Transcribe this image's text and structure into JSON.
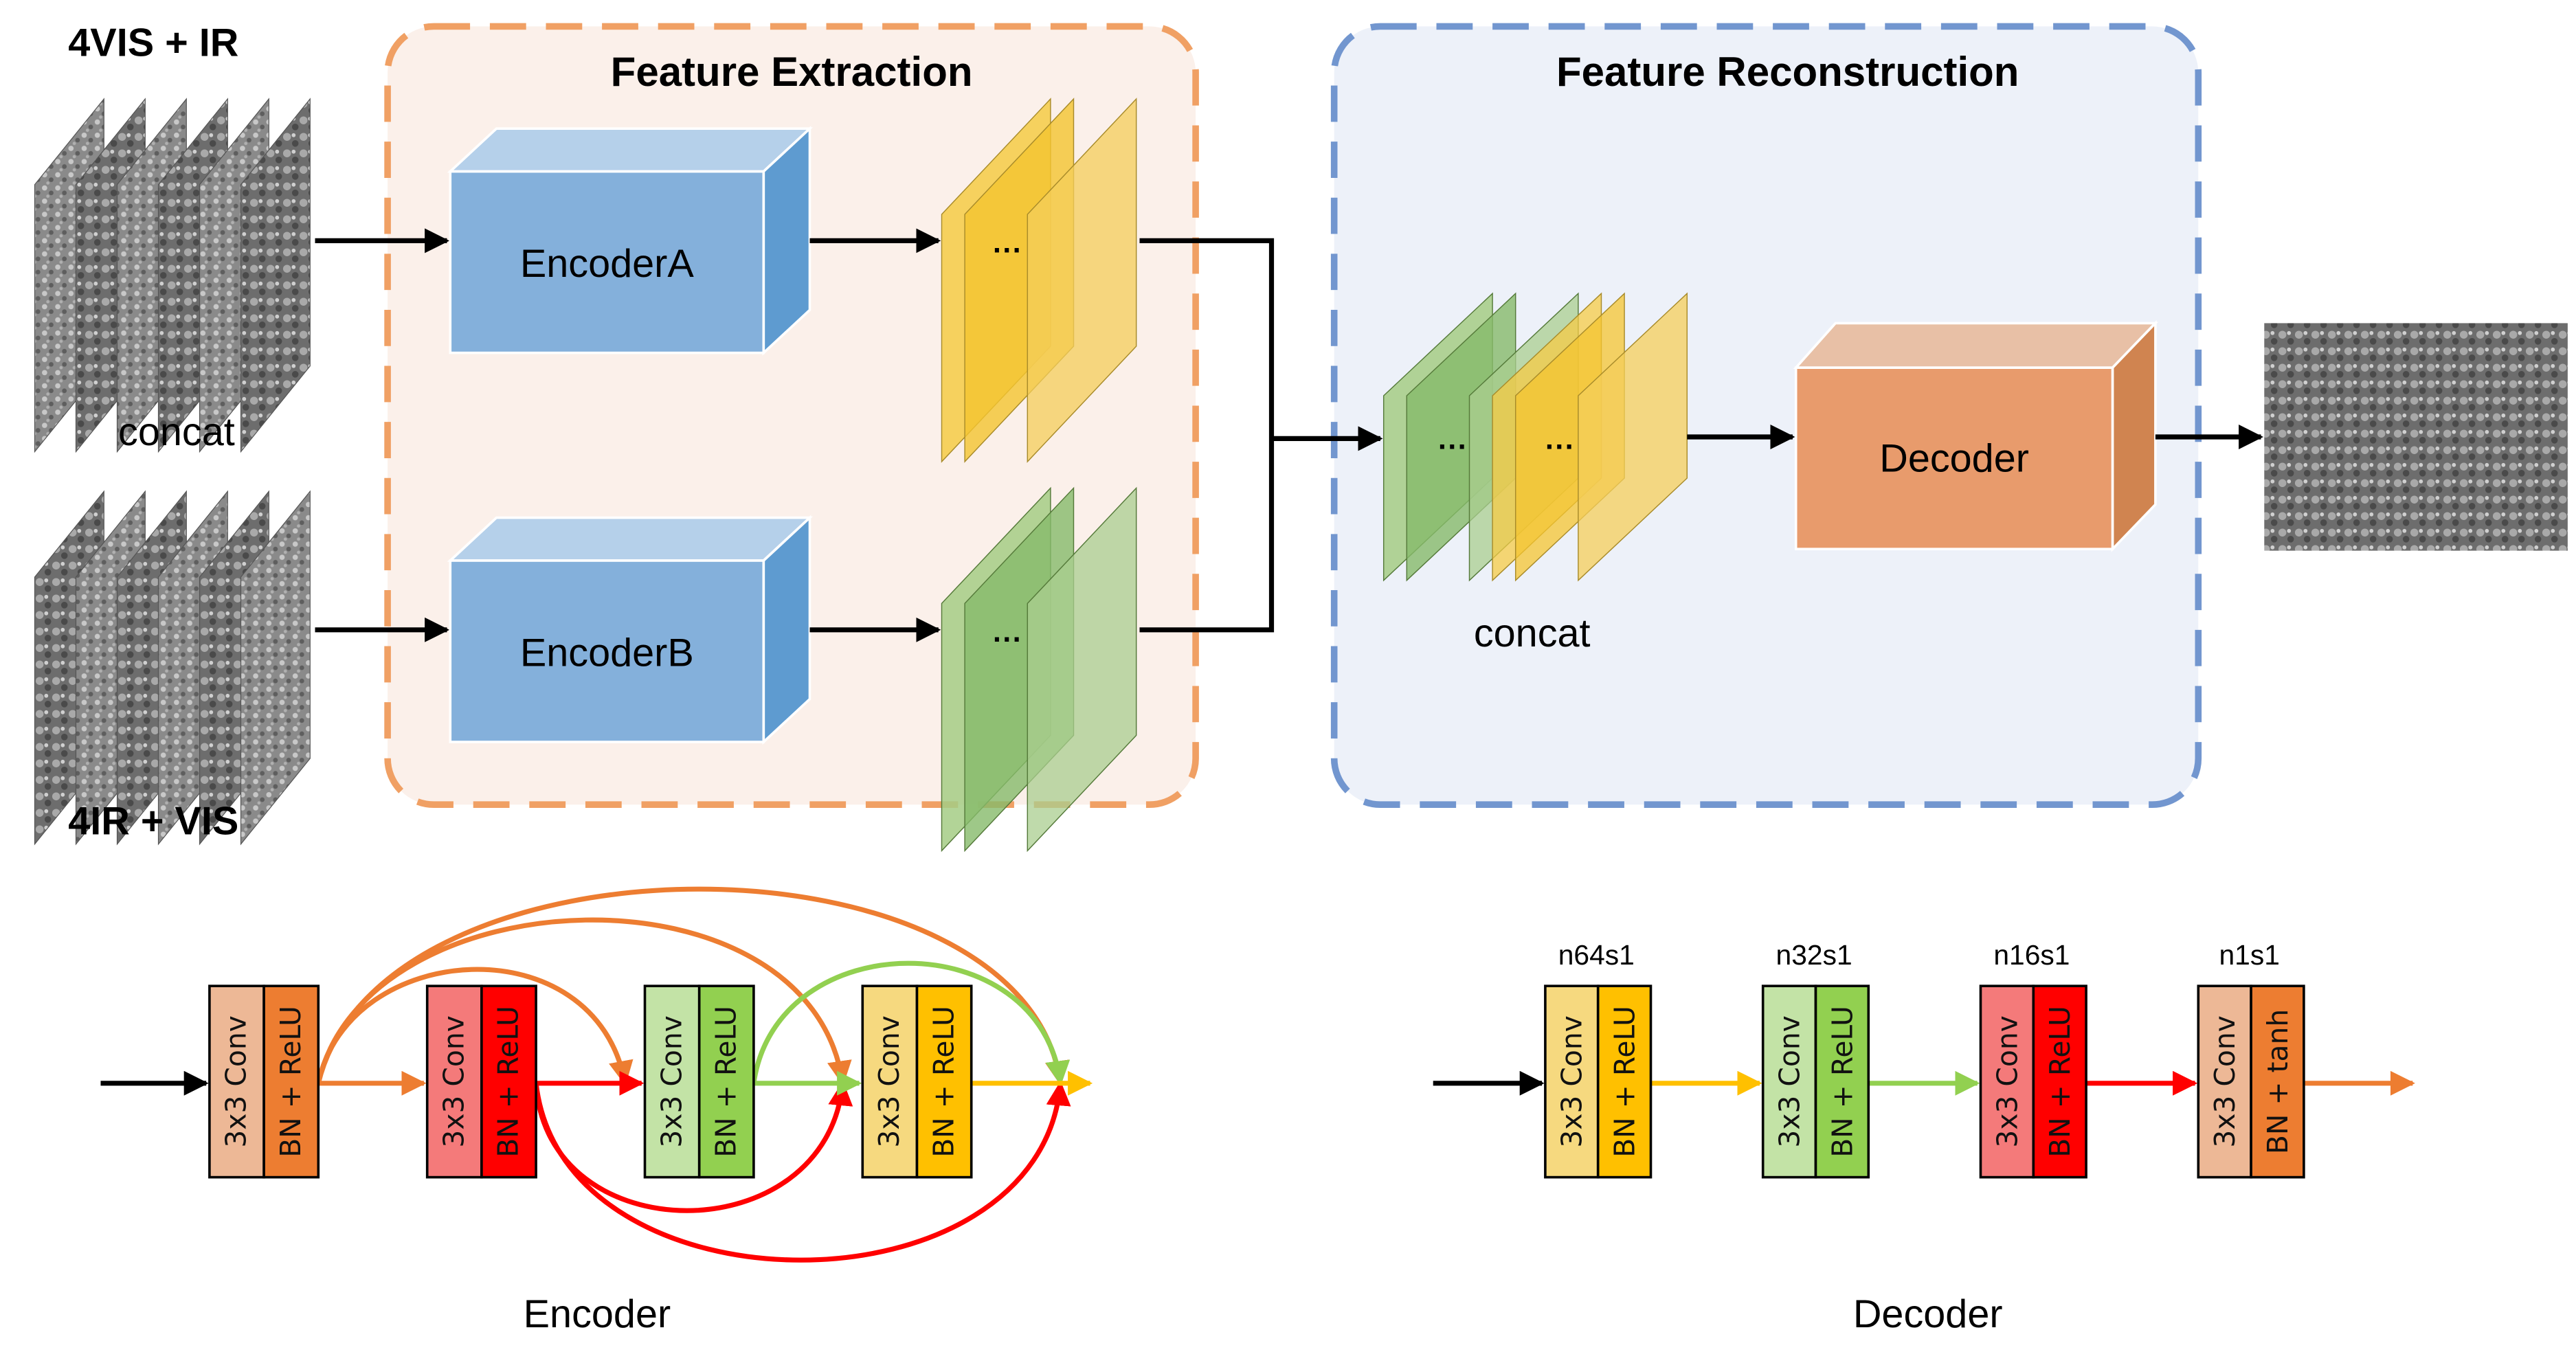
{
  "inputs": {
    "top_label": "4VIS + IR",
    "bottom_label": "4IR + VIS",
    "concat_label": "concat"
  },
  "feature_extraction": {
    "title": "Feature Extraction",
    "encoder_a": "EncoderA",
    "encoder_b": "EncoderB",
    "ellipsis": "···"
  },
  "feature_reconstruction": {
    "title": "Feature Reconstruction",
    "concat_label": "concat",
    "decoder": "Decoder",
    "ellipsis": "···"
  },
  "encoder_detail": {
    "caption": "Encoder",
    "blocks": [
      {
        "conv": "3x3 Conv",
        "act": "BN + ReLU"
      },
      {
        "conv": "3x3 Conv",
        "act": "BN + ReLU"
      },
      {
        "conv": "3x3 Conv",
        "act": "BN + ReLU"
      },
      {
        "conv": "3x3 Conv",
        "act": "BN + ReLU"
      }
    ]
  },
  "decoder_detail": {
    "caption": "Decoder",
    "blocks": [
      {
        "param": "n64s1",
        "conv": "3x3 Conv",
        "act": "BN + ReLU"
      },
      {
        "param": "n32s1",
        "conv": "3x3 Conv",
        "act": "BN + ReLU"
      },
      {
        "param": "n16s1",
        "conv": "3x3 Conv",
        "act": "BN + ReLU"
      },
      {
        "param": "n1s1",
        "conv": "3x3 Conv",
        "act": "BN + tanh"
      }
    ]
  },
  "colors": {
    "orange": "#ED7D31",
    "orange_light": "#EDB896",
    "red": "#FF0000",
    "red_light": "#F47A7A",
    "green": "#92D050",
    "green_light": "#C3E3A6",
    "yellow": "#FFC000",
    "yellow_light": "#F6D97F",
    "encoder_blue": "#84B0DB",
    "decoder_orange": "#E89B6C"
  }
}
